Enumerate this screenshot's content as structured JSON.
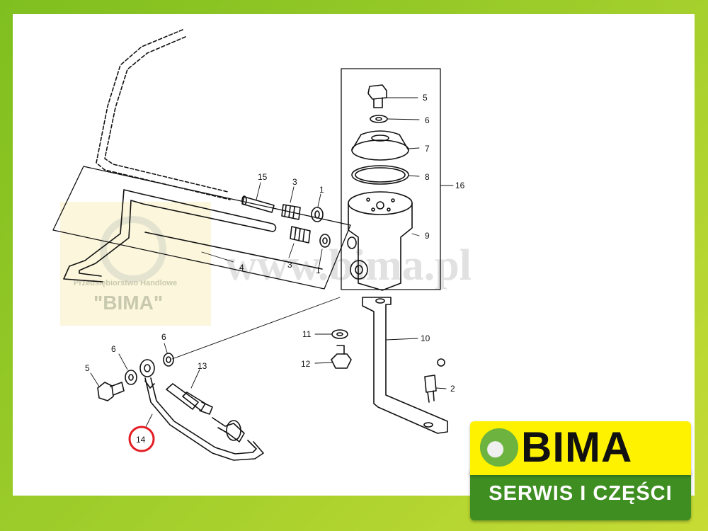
{
  "watermark": {
    "url": "www.bima.pl",
    "company_line": "Przedsiębiorstwo Handlowe",
    "company_name": "\"BIMA\""
  },
  "logo": {
    "name": "BIMA",
    "tagline": "SERWIS I CZĘŚCI"
  },
  "callouts": {
    "c1_top": "1",
    "c1_bottom": "1",
    "c2": "2",
    "c3_top": "3",
    "c3_bottom": "3",
    "c4": "4",
    "c5_top": "5",
    "c5_left": "5",
    "c6_top": "6",
    "c6_left": "6",
    "c6_mid": "6",
    "c7": "7",
    "c8": "8",
    "c9": "9",
    "c10": "10",
    "c11": "11",
    "c12": "12",
    "c13": "13",
    "c14": "14",
    "c15": "15",
    "c16": "16"
  },
  "highlight": {
    "part": "14",
    "color": "#e31e24"
  }
}
